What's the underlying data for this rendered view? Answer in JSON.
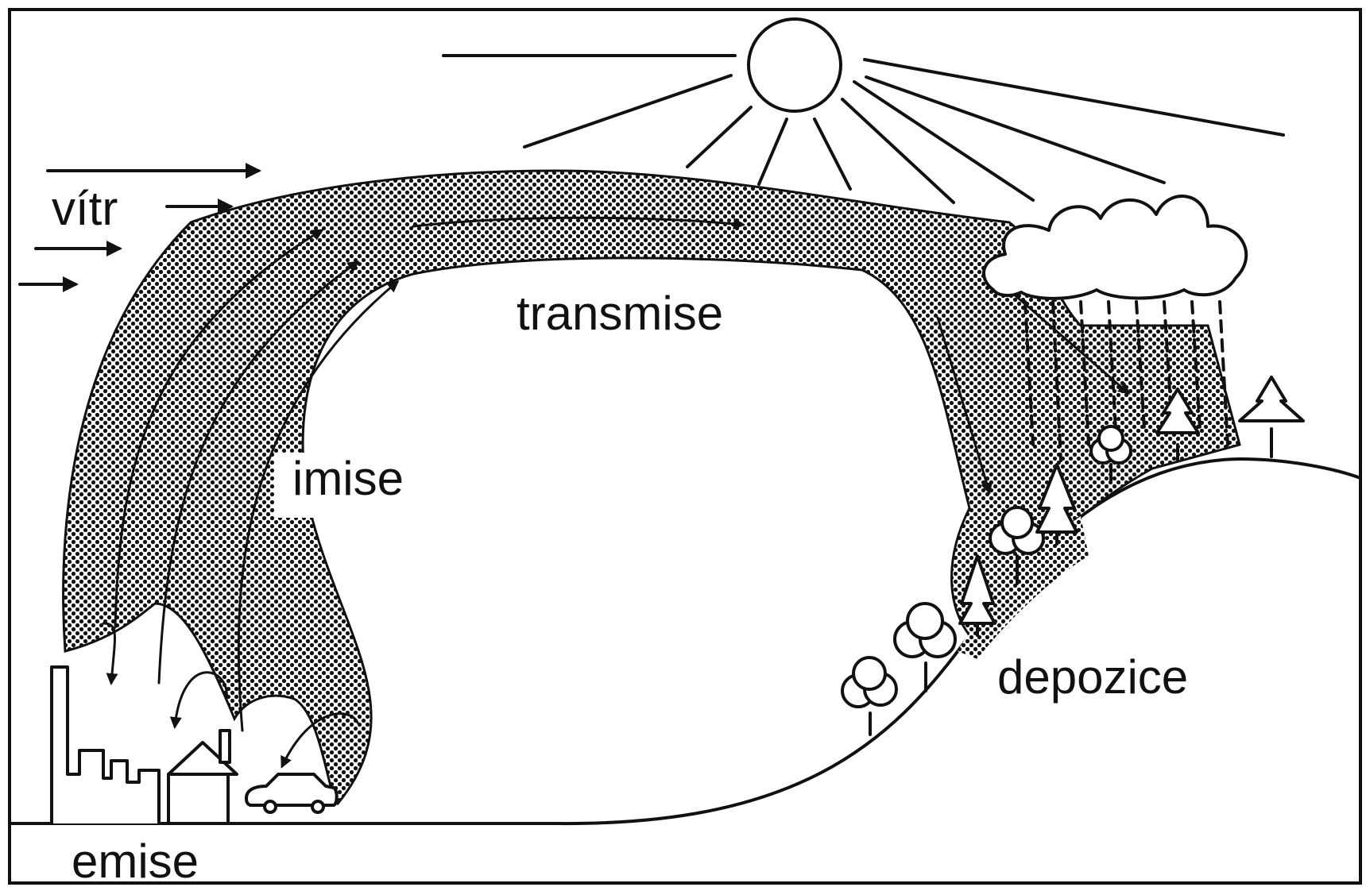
{
  "labels": {
    "wind": "vítr",
    "transmission": "transmise",
    "immission": "imise",
    "deposition": "depozice",
    "emission": "emise"
  },
  "colors": {
    "ink": "#111111",
    "paper": "#ffffff"
  }
}
